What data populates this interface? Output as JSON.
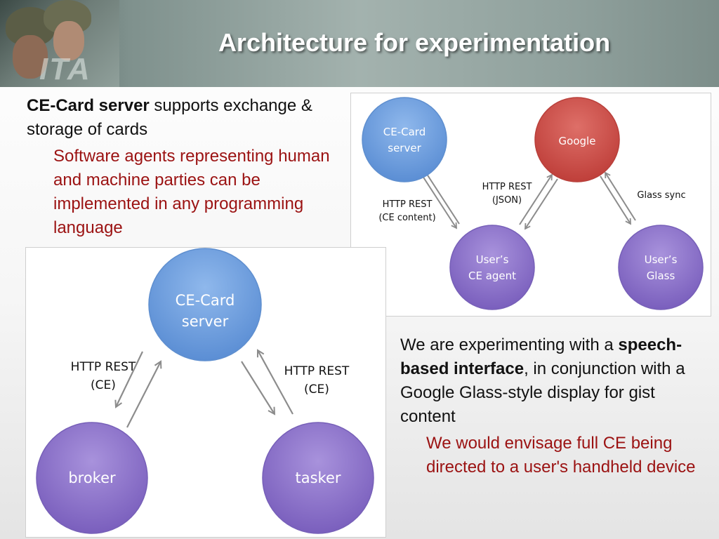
{
  "header": {
    "title": "Architecture for experimentation",
    "logo": "ITA"
  },
  "left_text": {
    "lead_bold": "CE-Card server",
    "lead_rest": " supports exchange & storage of cards",
    "sub": "Software agents representing human and machine parties can be implemented in any programming language"
  },
  "right_text": {
    "lead_pre": "We are experimenting with a ",
    "lead_bold": "speech-based interface",
    "lead_post": ", in conjunction with a Google Glass-style display for gist content",
    "sub": "We would envisage full CE being directed to a user's handheld device"
  },
  "diagram_top": {
    "nodes": {
      "ce_card_server": [
        "CE-Card",
        "server"
      ],
      "google": [
        "Google"
      ],
      "users_ce_agent": [
        "User’s",
        "CE agent"
      ],
      "users_glass": [
        "User’s",
        "Glass"
      ]
    },
    "edges": {
      "server_agent": [
        "HTTP REST",
        "(CE content)"
      ],
      "google_agent": [
        "HTTP REST",
        "(JSON)"
      ],
      "google_glass": [
        "Glass sync"
      ]
    },
    "colors": {
      "blue": "#6f9fdc",
      "red": "#c9504a",
      "purple": "#8e73c9"
    }
  },
  "diagram_bottom": {
    "nodes": {
      "ce_card_server": [
        "CE-Card",
        "server"
      ],
      "broker": [
        "broker"
      ],
      "tasker": [
        "tasker"
      ]
    },
    "edges": {
      "server_broker": [
        "HTTP REST",
        "(CE)"
      ],
      "server_tasker": [
        "HTTP REST",
        "(CE)"
      ]
    }
  }
}
